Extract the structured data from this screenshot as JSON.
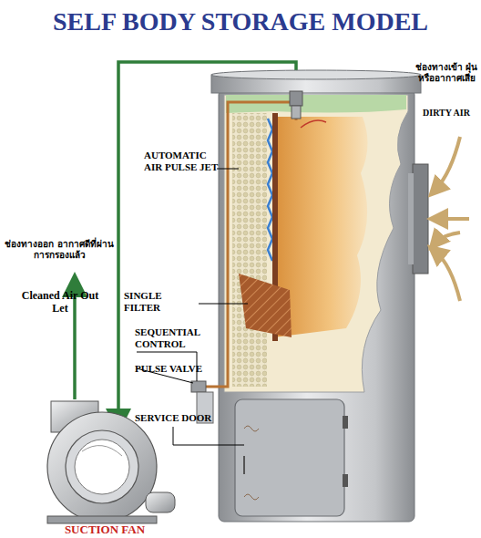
{
  "diagram": {
    "title": "SELF BODY STORAGE MODEL",
    "labels": [
      "ช่องทางเข้า ฝุ่นหรืออากาศเสีย",
      "DIRTY AIR",
      "AUTOMATIC AIR PULSE JET",
      "ช่องทางออก อากาศดีที่ผ่าน การกรองแล้ว",
      "Cleaned Air Out Let",
      "SINGLE FILTER",
      "SEQUENTIAL CONTROL",
      "PULSE VALVE",
      "SERVICE DOOR",
      "SUCTION FAN"
    ]
  }
}
